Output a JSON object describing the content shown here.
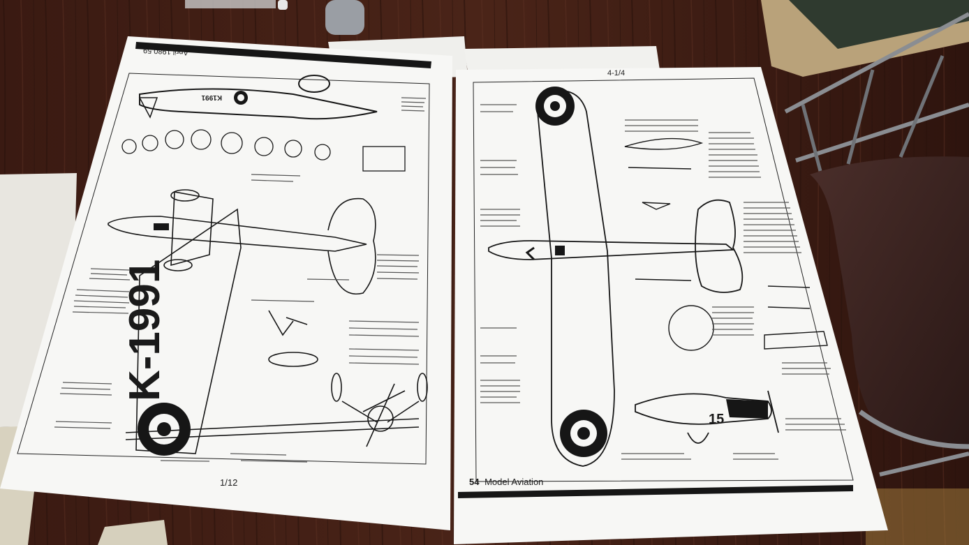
{
  "left_sheet": {
    "header_text": "April 1980 59",
    "registration": "K-1991",
    "fuselage_code": "K1991",
    "scale_note": "1/12"
  },
  "right_sheet": {
    "corner_note": "4-1/4",
    "side_number": "15",
    "page_number": "54",
    "magazine": "Model Aviation"
  },
  "colors": {
    "table": "#3a1c14",
    "paper": "#f7f7f5",
    "ink": "#161616",
    "chair_seat": "#3b2422",
    "chair_frame": "#8a8d92"
  }
}
